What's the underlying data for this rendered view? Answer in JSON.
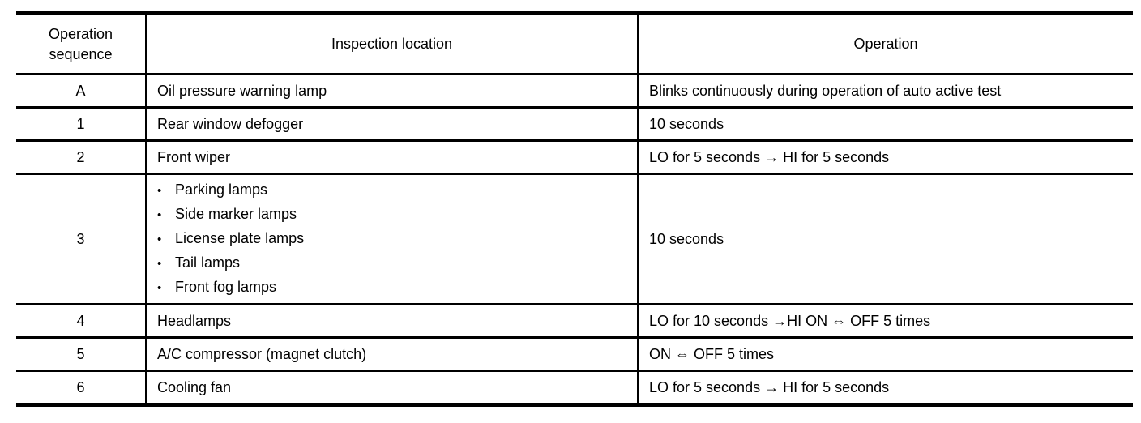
{
  "table": {
    "bullet_glyph": "•",
    "headers": {
      "sequence": "Operation sequence",
      "location": "Inspection location",
      "operation": "Operation"
    },
    "rows": [
      {
        "sequence": "A",
        "location": "Oil pressure warning lamp",
        "operation": "Blinks continuously during operation of auto active test"
      },
      {
        "sequence": "1",
        "location": "Rear window defogger",
        "operation": "10 seconds"
      },
      {
        "sequence": "2",
        "location": "Front wiper",
        "operation": "LO for 5 seconds → HI for 5 seconds"
      },
      {
        "sequence": "3",
        "location_items": [
          "Parking lamps",
          "Side marker lamps",
          "License plate lamps",
          "Tail lamps",
          "Front fog lamps"
        ],
        "operation": "10 seconds"
      },
      {
        "sequence": "4",
        "location": "Headlamps",
        "operation": "LO for 10 seconds →HI ON ⇔ OFF 5 times"
      },
      {
        "sequence": "5",
        "location": "A/C compressor (magnet clutch)",
        "operation": "ON ⇔ OFF 5 times"
      },
      {
        "sequence": "6",
        "location": "Cooling fan",
        "operation": "LO for 5 seconds → HI for 5 seconds"
      }
    ]
  }
}
